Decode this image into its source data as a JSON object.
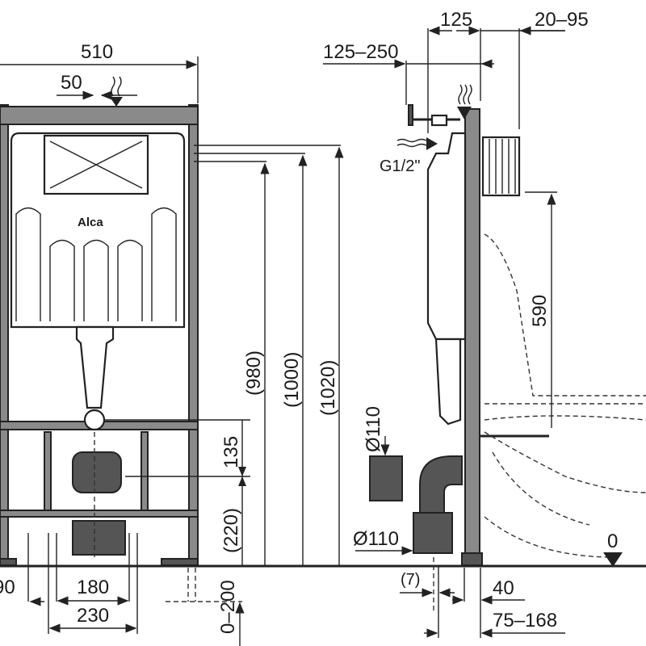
{
  "drawing": {
    "brand_logo": "Alca",
    "front_view": {
      "width_total": "510",
      "offset_top": "50",
      "height_980": "(980)",
      "height_1000": "(1000)",
      "height_1020": "(1020)",
      "drain_height": "135",
      "drain_base": "(220)",
      "bottom_left": "90",
      "feet_inner": "180",
      "feet_outer": "230",
      "floor_adjust": "0–200"
    },
    "side_view": {
      "depth_125": "125",
      "depth_range_top": "20–95",
      "supply_range": "125–250",
      "supply_thread": "G1/2\"",
      "bolt_height": "590",
      "pipe_upper": "Ø110",
      "pipe_lower": "Ø110",
      "floor_level": "0",
      "offset_7": "(7)",
      "foot_40": "40",
      "range_bottom": "75–168"
    }
  }
}
